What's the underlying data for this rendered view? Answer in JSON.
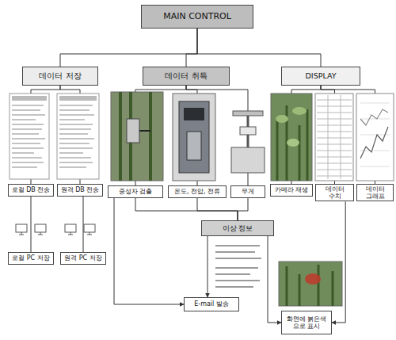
{
  "diagram": {
    "nodes": [
      {
        "text": [
          "MAIN CONTROL"
        ]
      },
      {
        "text": [
          "데이터 저장"
        ]
      },
      {
        "text": [
          "데이터 취득"
        ]
      },
      {
        "text": [
          "DISPLAY"
        ]
      },
      {
        "text": [
          "로컬 DB 전송"
        ]
      },
      {
        "text": [
          "원격 DB 전송"
        ]
      },
      {
        "text": [
          "로컬 PC 저장"
        ]
      },
      {
        "text": [
          "원격 PC 저장"
        ]
      },
      {
        "text": [
          "중성자 검출"
        ]
      },
      {
        "text": [
          "온도, 전압, 전류"
        ]
      },
      {
        "text": [
          "무게"
        ]
      },
      {
        "text": [
          "카메라 재생"
        ]
      },
      {
        "text": [
          "데이터 수치"
        ]
      },
      {
        "text": [
          "데이터 그래프"
        ]
      },
      {
        "text": [
          "이상 정보"
        ]
      },
      {
        "text": [
          "E-mail 발송"
        ]
      },
      {
        "text": [
          "화면에 붉은색 으로 표시"
        ]
      }
    ],
    "edges": [
      {
        "from": 0,
        "to": 1,
        "arrow": "none"
      },
      {
        "from": 0,
        "to": 2,
        "arrow": "none"
      },
      {
        "from": 0,
        "to": 3,
        "arrow": "none"
      },
      {
        "from": 1,
        "to": 4,
        "arrow": "none"
      },
      {
        "from": 1,
        "to": 5,
        "arrow": "none"
      },
      {
        "from": 4,
        "to": 6,
        "arrow": "none"
      },
      {
        "from": 5,
        "to": 7,
        "arrow": "none"
      },
      {
        "from": 2,
        "to": 8,
        "arrow": "none"
      },
      {
        "from": 2,
        "to": 9,
        "arrow": "none"
      },
      {
        "from": 2,
        "to": 10,
        "arrow": "none"
      },
      {
        "from": 3,
        "to": 11,
        "arrow": "none"
      },
      {
        "from": 3,
        "to": 12,
        "arrow": "none"
      },
      {
        "from": 3,
        "to": 13,
        "arrow": "none"
      },
      {
        "from": 8,
        "to": 14,
        "arrow": "none"
      },
      {
        "from": 9,
        "to": 14,
        "arrow": "none"
      },
      {
        "from": 10,
        "to": 14,
        "arrow": "none"
      },
      {
        "from": 14,
        "to": 15,
        "arrow": "to"
      },
      {
        "from": 14,
        "to": 16,
        "arrow": "to"
      },
      {
        "from": 12,
        "to": 16,
        "arrow": "to"
      },
      {
        "from": 8,
        "to": 15,
        "arrow": "to"
      }
    ]
  }
}
